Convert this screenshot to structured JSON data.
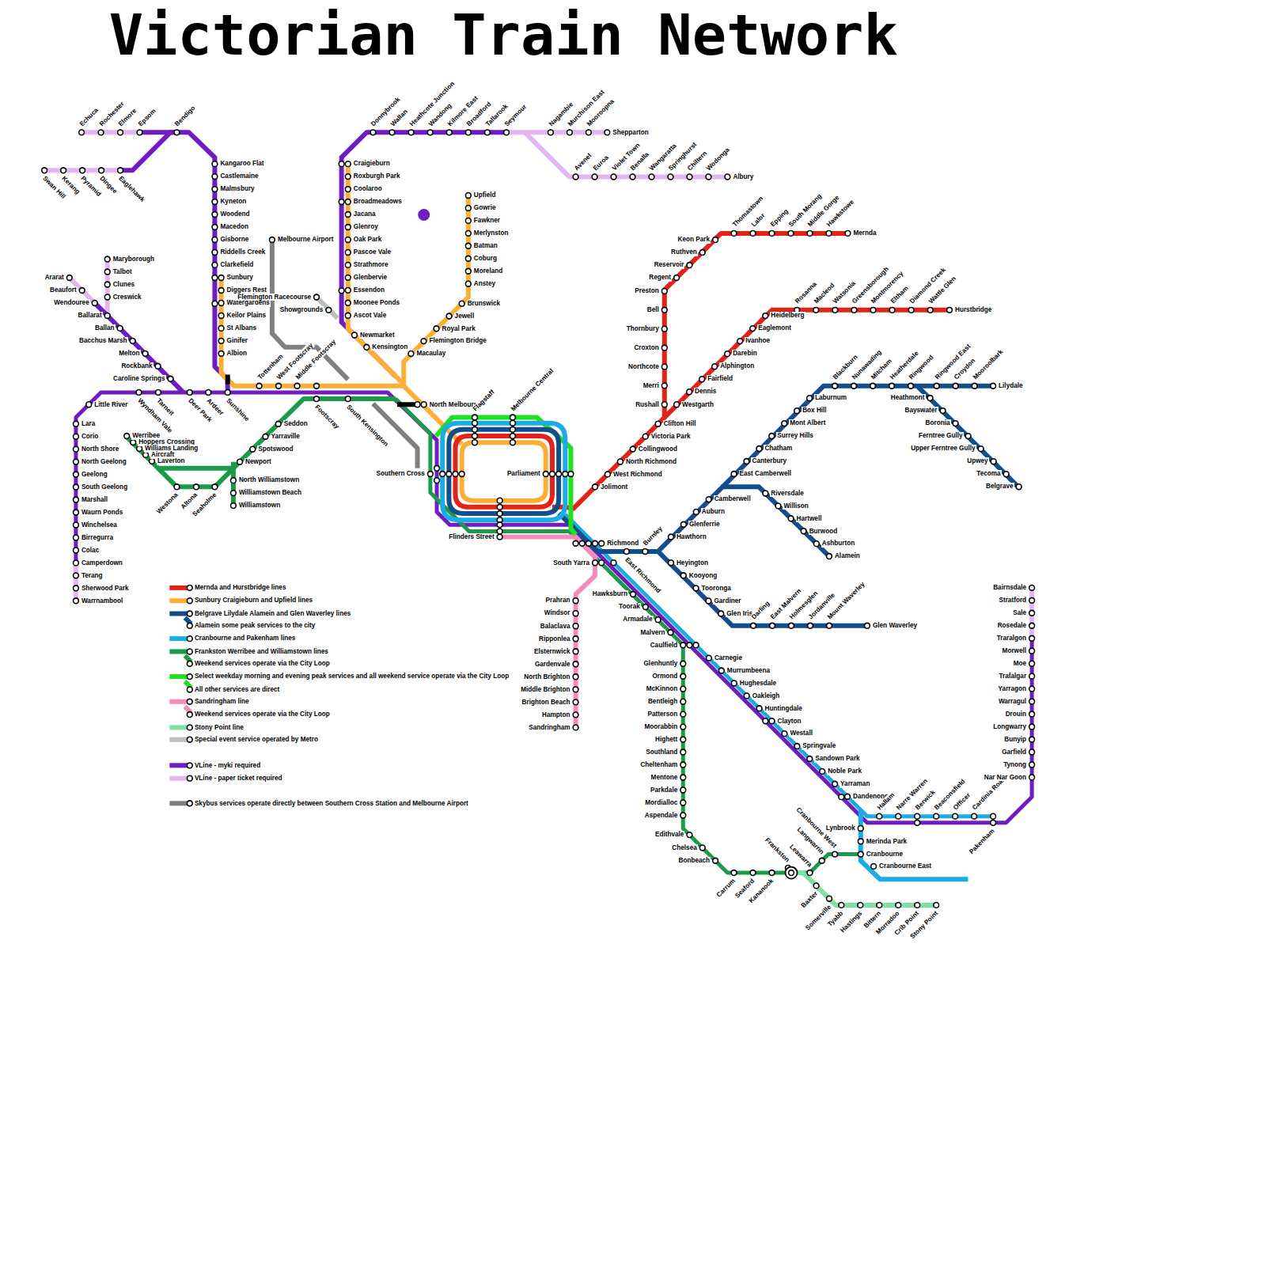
{
  "diagram": {
    "title": "Victorian Train Network",
    "labels": [
      "Echuca",
      "Rochester",
      "Elmore",
      "Epsom",
      "Bendigo",
      "Swan Hill",
      "Kerang",
      "Pyramid",
      "Dingee",
      "Eaglehawk",
      "Kangaroo Flat",
      "Castlemaine",
      "Malmsbury",
      "Kyneton",
      "Woodend",
      "Macedon",
      "Gisborne",
      "Riddells Creek",
      "Clarkefield",
      "Sunbury",
      "Diggers Rest",
      "Watergardens",
      "Keilor Plains",
      "St Albans",
      "Ginifer",
      "Albion",
      "Ararat",
      "Beaufort",
      "Wendouree",
      "Ballarat",
      "Ballan",
      "Bacchus Marsh",
      "Melton",
      "Rockbank",
      "Caroline Springs",
      "Maryborough",
      "Talbot",
      "Clunes",
      "Creswick",
      "Little River",
      "Wyndham Vale",
      "Tarneit",
      "Deer Park",
      "Ardeer",
      "Sunshine",
      "Tottenham",
      "West Footscray",
      "Middle Footscray",
      "Footscray",
      "South Kensington",
      "Lara",
      "Corio",
      "North Shore",
      "North Geelong",
      "Geelong",
      "South Geelong",
      "Marshall",
      "Waurn Ponds",
      "Winchelsea",
      "Birregurra",
      "Colac",
      "Camperdown",
      "Terang",
      "Sherwood Park",
      "Warrnambool",
      "Werribee",
      "Hoppers Crossing",
      "Williams Landing",
      "Aircraft",
      "Laverton",
      "Westona",
      "Altona",
      "Seaholme",
      "Newport",
      "Spotswood",
      "Yarraville",
      "Seddon",
      "North Williamstown",
      "Williamstown Beach",
      "Williamstown",
      "Melbourne Airport",
      "Flemington Racecourse",
      "Showgrounds",
      "Craigieburn",
      "Roxburgh Park",
      "Coolaroo",
      "Broadmeadows",
      "Jacana",
      "Glenroy",
      "Oak Park",
      "Pascoe Vale",
      "Strathmore",
      "Glenbervie",
      "Essendon",
      "Moonee Ponds",
      "Ascot Vale",
      "Newmarket",
      "Kensington",
      "Donnybrook",
      "Wallan",
      "Heathcote Junction",
      "Wandong",
      "Kilmore East",
      "Broadford",
      "Tallarook",
      "Seymour",
      "Nagambie",
      "Murchison East",
      "Mooroopna",
      "Shepparton",
      "Avenel",
      "Euroa",
      "Violet Town",
      "Benalla",
      "Wangaratta",
      "Springhurst",
      "Chiltern",
      "Wodonga",
      "Albury",
      "Upfield",
      "Gowrie",
      "Fawkner",
      "Merlynston",
      "Batman",
      "Coburg",
      "Moreland",
      "Anstey",
      "Brunswick",
      "Jewell",
      "Royal Park",
      "Flemington Bridge",
      "Macaulay",
      "North Melbourne",
      "Southern Cross",
      "Flagstaff",
      "Melbourne Central",
      "Parliament",
      "Flinders Street",
      "Richmond",
      "South Yarra",
      "East Richmond",
      "Burnley",
      "Prahran",
      "Windsor",
      "Balaclava",
      "Ripponlea",
      "Elsternwick",
      "Gardenvale",
      "North Brighton",
      "Middle Brighton",
      "Brighton Beach",
      "Hampton",
      "Sandringham",
      "Hawksburn",
      "Toorak",
      "Armadale",
      "Malvern",
      "Caulfield",
      "Glenhuntly",
      "Ormond",
      "McKinnon",
      "Bentleigh",
      "Patterson",
      "Moorabbin",
      "Highett",
      "Southland",
      "Cheltenham",
      "Mentone",
      "Parkdale",
      "Mordialloc",
      "Aspendale",
      "Edithvale",
      "Chelsea",
      "Bonbeach",
      "Carrum",
      "Seaford",
      "Kananook",
      "Frankston",
      "Leawarra",
      "Langwarrin",
      "Cranbourne West",
      "Baxter",
      "Somerville",
      "Tyabb",
      "Hastings",
      "Bittern",
      "Morradoo",
      "Crib Point",
      "Stony Point",
      "Lynbrook",
      "Merinda Park",
      "Cranbourne",
      "Cranbourne East",
      "Carnegie",
      "Murrumbeena",
      "Hughesdale",
      "Oakleigh",
      "Huntingdale",
      "Clayton",
      "Westall",
      "Springvale",
      "Sandown Park",
      "Noble Park",
      "Yarraman",
      "Dandenong",
      "Hallam",
      "Narre Warren",
      "Berwick",
      "Beaconsfield",
      "Officer",
      "Cardinia Road",
      "Pakenham",
      "Bairnsdale",
      "Stratford",
      "Sale",
      "Rosedale",
      "Traralgon",
      "Morwell",
      "Moe",
      "Trafalgar",
      "Yarragon",
      "Warragul",
      "Drouin",
      "Longwarry",
      "Bunyip",
      "Garfield",
      "Tynong",
      "Nar Nar Goon",
      "Heyington",
      "Kooyong",
      "Tooronga",
      "Gardiner",
      "Glen Iris",
      "Darling",
      "East Malvern",
      "Holmesglen",
      "Jordanville",
      "Mount Waverley",
      "Glen Waverley",
      "Hawthorn",
      "Glenferrie",
      "Auburn",
      "Camberwell",
      "East Camberwell",
      "Canterbury",
      "Chatham",
      "Surrey Hills",
      "Mont Albert",
      "Box Hill",
      "Laburnum",
      "Blackburn",
      "Nunawading",
      "Mitcham",
      "Heatherdale",
      "Ringwood",
      "Ringwood East",
      "Croydon",
      "Mooroolbark",
      "Lilydale",
      "Heathmont",
      "Bayswater",
      "Boronia",
      "Ferntree Gully",
      "Upper Ferntree Gully",
      "Upwey",
      "Tecoma",
      "Belgrave",
      "Riversdale",
      "Willison",
      "Hartwell",
      "Burwood",
      "Ashburton",
      "Alamein",
      "Jolimont",
      "West Richmond",
      "North Richmond",
      "Collingwood",
      "Victoria Park",
      "Clifton Hill",
      "Rushall",
      "Merri",
      "Northcote",
      "Croxton",
      "Thornbury",
      "Bell",
      "Preston",
      "Regent",
      "Reservoir",
      "Ruthven",
      "Keon Park",
      "Thomastown",
      "Lalor",
      "Epping",
      "South Morang",
      "Middle Gorge",
      "Hawkstowe",
      "Mernda",
      "Westgarth",
      "Dennis",
      "Fairfield",
      "Alphington",
      "Darebin",
      "Ivanhoe",
      "Eaglemont",
      "Heidelberg",
      "Rosanna",
      "Macleod",
      "Watsonia",
      "Greensborough",
      "Montmorency",
      "Eltham",
      "Diamond Creek",
      "Wattle Glen",
      "Hurstbridge"
    ],
    "legend": [
      {
        "text": "Mernda and Hurstbridge lines",
        "color": "#e2231a"
      },
      {
        "text": "Sunbury Craigieburn and Upfield lines",
        "color": "#fbb034"
      },
      {
        "text": "Belgrave Lilydale Alamein and Glen Waverley lines",
        "color": "#134e8c"
      },
      {
        "text": "Alamein some peak services to the city",
        "color": "#134e8c"
      },
      {
        "text": "Cranbourne and Pakenham lines",
        "color": "#1aace3"
      },
      {
        "text": "Frankston Werribee and Williamstown lines",
        "color": "#1b9b4a"
      },
      {
        "text": "Weekend services operate via the City Loop",
        "color": "#1b9b4a"
      },
      {
        "text": "Select weekday morning and evening peak services and all weekend service operate via the City Loop",
        "color": "#21e021"
      },
      {
        "text": "All other services are direct",
        "color": "#21e021"
      },
      {
        "text": "Sandringham line",
        "color": "#f48cba"
      },
      {
        "text": "Weekend services operate via the City Loop",
        "color": "#f48cba"
      },
      {
        "text": "Stony Point line",
        "color": "#7fe0a4"
      },
      {
        "text": "Special event service operated by Metro",
        "color": "#bdbdbd"
      },
      {
        "text": "VLine - myki required",
        "color": "#6f1dc2"
      },
      {
        "text": "VLine - paper ticket required",
        "color": "#e3b5f3"
      },
      {
        "text": "Skybus services operate directly between Southern Cross Station and Melbourne Airport",
        "color": "#808080"
      }
    ]
  }
}
